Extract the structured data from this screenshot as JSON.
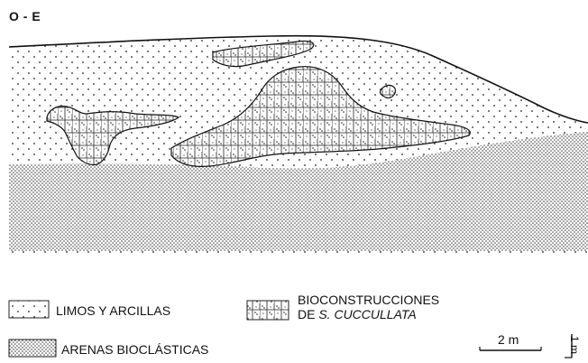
{
  "section": {
    "orientation": "O - E"
  },
  "legend": {
    "items": [
      {
        "key": "limos",
        "label": "LIMOS Y ARCILLAS"
      },
      {
        "key": "bio",
        "label_line1": "BIOCONSTRUCCIONES",
        "label_line2_prefix": "DE ",
        "label_line2_italic": "S. CUCCULLATA"
      },
      {
        "key": "arenas",
        "label": "ARENAS BIOCLÁSTICAS"
      }
    ]
  },
  "scale": {
    "horizontal": "2 m",
    "vertical": "1 m"
  }
}
